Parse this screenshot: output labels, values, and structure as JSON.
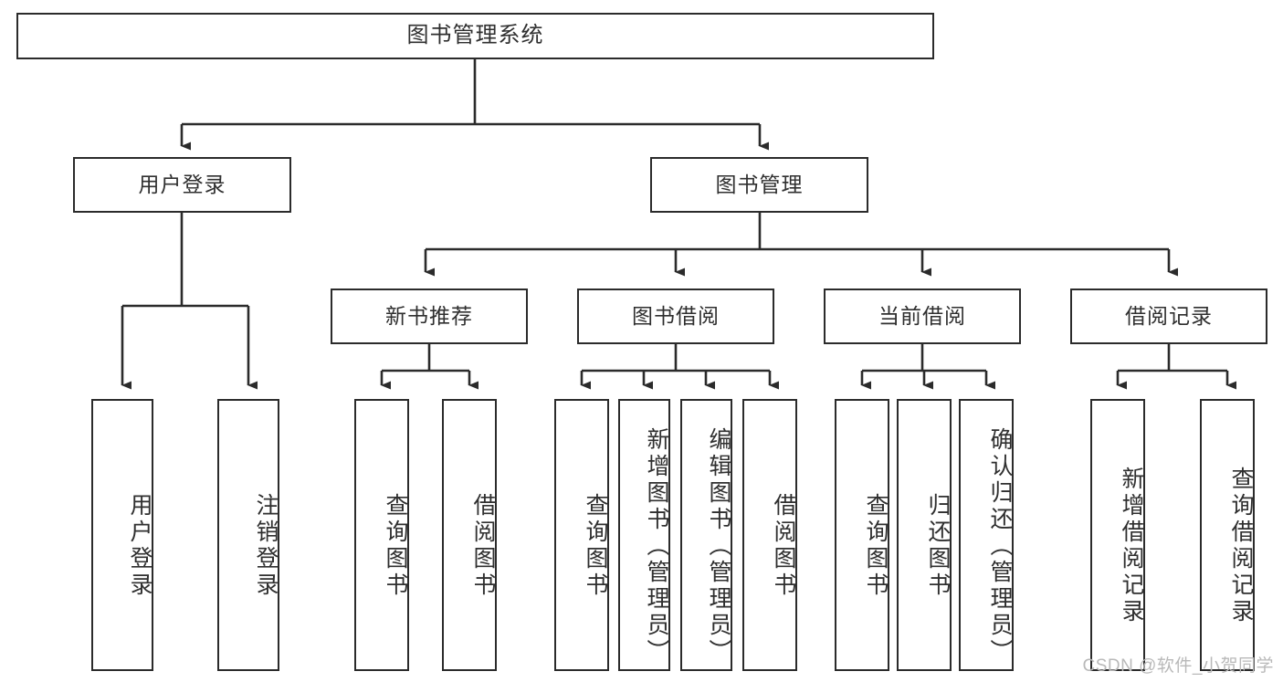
{
  "diagram": {
    "title": "图书管理系统",
    "type": "hierarchy-tree",
    "watermark": "CSDN @软件_小贺同学",
    "colors": {
      "box_border": "#2b2b2b",
      "box_fill": "#ffffff",
      "text": "#2f2f2f",
      "edge": "#2b2b2b",
      "background": "#ffffff",
      "watermark": "#b9b9b9"
    },
    "root": {
      "label": "图书管理系统"
    },
    "level1": [
      {
        "id": "user-login",
        "label": "用户登录"
      },
      {
        "id": "book-manage",
        "label": "图书管理"
      }
    ],
    "level2": [
      {
        "id": "new-book-recommend",
        "label": "新书推荐"
      },
      {
        "id": "book-borrow",
        "label": "图书借阅"
      },
      {
        "id": "current-borrow",
        "label": "当前借阅"
      },
      {
        "id": "borrow-record",
        "label": "借阅记录"
      }
    ],
    "leaves": [
      {
        "id": "leaf-user-login",
        "label": "用户登录",
        "parent": "user-login"
      },
      {
        "id": "leaf-logout-login",
        "label": "注销登录",
        "parent": "user-login"
      },
      {
        "id": "leaf-query-book-1",
        "label": "查询图书",
        "parent": "new-book-recommend"
      },
      {
        "id": "leaf-borrow-book-1",
        "label": "借阅图书",
        "parent": "new-book-recommend"
      },
      {
        "id": "leaf-query-book-2",
        "label": "查询图书",
        "parent": "book-borrow"
      },
      {
        "id": "leaf-add-book",
        "label": "新增图书（管理员）",
        "parent": "book-borrow"
      },
      {
        "id": "leaf-edit-book",
        "label": "编辑图书（管理员）",
        "parent": "book-borrow"
      },
      {
        "id": "leaf-borrow-book-2",
        "label": "借阅图书",
        "parent": "book-borrow"
      },
      {
        "id": "leaf-query-book-3",
        "label": "查询图书",
        "parent": "current-borrow"
      },
      {
        "id": "leaf-return-book",
        "label": "归还图书",
        "parent": "current-borrow"
      },
      {
        "id": "leaf-confirm-return",
        "label": "确认归还（管理员）",
        "parent": "current-borrow"
      },
      {
        "id": "leaf-add-record",
        "label": "新增借阅记录",
        "parent": "borrow-record"
      },
      {
        "id": "leaf-query-record",
        "label": "查询借阅记录",
        "parent": "borrow-record"
      }
    ]
  }
}
